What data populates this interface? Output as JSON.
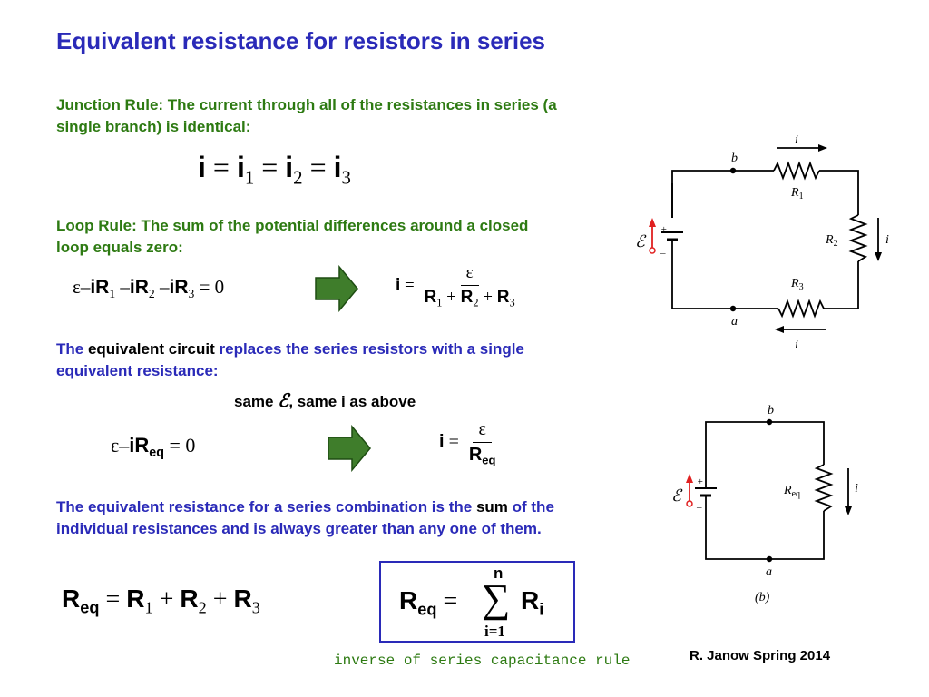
{
  "title": "Equivalent resistance for resistors in series",
  "junction": {
    "text": "Junction Rule:  The current through all of the resistances in series (a single branch) is identical:",
    "eq": {
      "i": "i",
      "eq": "=",
      "s1": "1",
      "s2": "2",
      "s3": "3"
    }
  },
  "loop": {
    "text": "Loop Rule: The sum of the potential differences around a closed loop equals zero:",
    "eq_left": {
      "emf": "ε",
      "minus": "–",
      "iR": "iR",
      "s1": "1",
      "s2": "2",
      "s3": "3",
      "eq": "=",
      "zero": "0"
    },
    "eq_right": {
      "i": "i",
      "eq": "=",
      "num": "ε",
      "r": "R",
      "plus": "+",
      "s1": "1",
      "s2": "2",
      "s3": "3"
    }
  },
  "equiv": {
    "the": "The ",
    "highlight": "equivalent circuit",
    "rest": " replaces the series resistors with a single equivalent resistance:",
    "same_prefix": "same ",
    "emf_symbol": "ℰ",
    "same_suffix": ",  same i as above",
    "eq_left": {
      "emf": "ε",
      "minus": "–",
      "iR": "iR",
      "sub": "eq",
      "eq": "=",
      "zero": "0"
    },
    "eq_right": {
      "i": "i",
      "eq": "=",
      "num": "ε",
      "r": "R",
      "sub": "eq"
    }
  },
  "sum": {
    "text_a": "The equivalent resistance for a series combination is the ",
    "highlight": "sum",
    "text_b": " of the individual resistances and is always greater than any one of them.",
    "eq": {
      "r": "R",
      "sub": "eq",
      "eq": "=",
      "plus": "+",
      "s1": "1",
      "s2": "2",
      "s3": "3"
    },
    "boxed": {
      "r": "R",
      "sub": "eq",
      "eq": "=",
      "sigma": "∑",
      "top": "n",
      "bottom": "i=1",
      "ri": "R",
      "isub": "i"
    }
  },
  "footer": {
    "note": "inverse of series capacitance rule",
    "credit": "R. Janow  Spring 2014"
  },
  "circuit_a": {
    "labels": {
      "b": "b",
      "a": "a",
      "i": "i",
      "R1": "R",
      "R1s": "1",
      "R2": "R",
      "R2s": "2",
      "R3": "R",
      "R3s": "3",
      "emf": "ℰ",
      "plus": "+",
      "minus": "–"
    }
  },
  "circuit_b": {
    "labels": {
      "b": "b",
      "a": "a",
      "i": "i",
      "Req": "R",
      "Reqs": "eq",
      "emf": "ℰ",
      "plus": "+",
      "minus": "–",
      "caption": "(b)"
    }
  },
  "colors": {
    "title": "#2a2ab8",
    "green": "#2d7a12",
    "arrow": "#3f7d2b",
    "red": "#e02020"
  }
}
